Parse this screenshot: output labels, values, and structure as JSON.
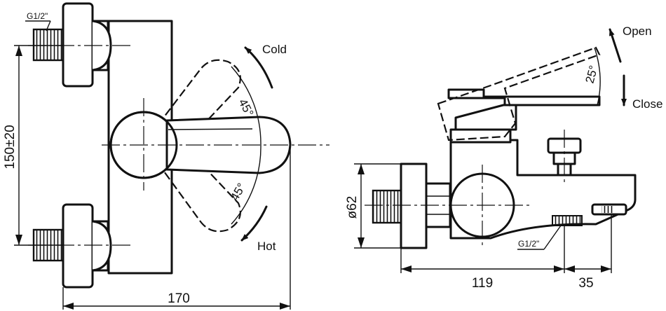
{
  "front_view": {
    "thread_label": "G1/2\"",
    "spacing_dimension": "150±20",
    "width_dimension": "170",
    "cold_label": "Cold",
    "hot_label": "Hot",
    "cold_angle": "45°",
    "hot_angle": "45°"
  },
  "side_view": {
    "open_label": "Open",
    "close_label": "Close",
    "lever_angle": "25°",
    "diameter_dimension": "ø62",
    "depth_dimension": "119",
    "spout_dimension": "35",
    "thread_label": "G1/2\""
  },
  "colors": {
    "line": "#111111",
    "background": "#ffffff"
  }
}
